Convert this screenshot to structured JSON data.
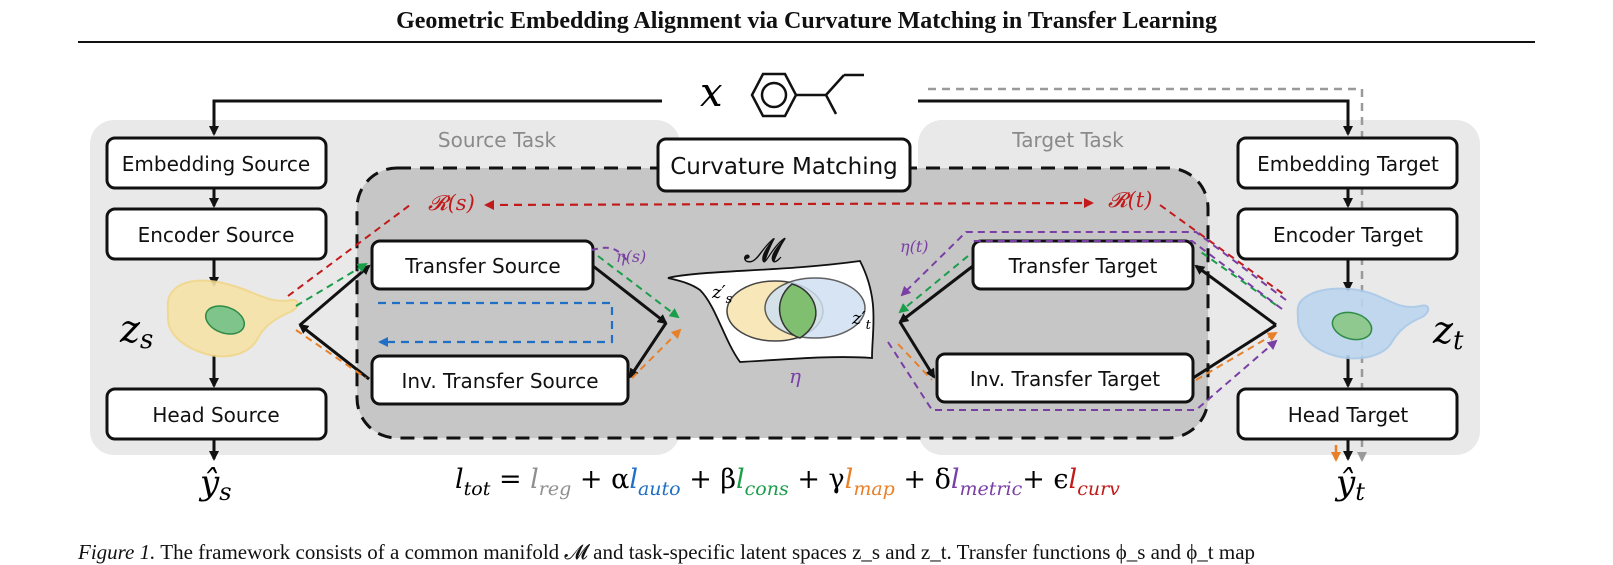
{
  "title": "Geometric Embedding Alignment via Curvature Matching in Transfer Learning",
  "input_symbol": "x",
  "groups": {
    "source_task": "Source Task",
    "target_task": "Target Task",
    "curvature_matching": "Curvature Matching"
  },
  "source_boxes": {
    "embedding": "Embedding Source",
    "encoder": "Encoder Source",
    "head": "Head Source",
    "transfer": "Transfer Source",
    "inv_transfer": "Inv. Transfer Source"
  },
  "target_boxes": {
    "embedding": "Embedding Target",
    "encoder": "Encoder Target",
    "head": "Head Target",
    "transfer": "Transfer Target",
    "inv_transfer": "Inv. Transfer Target"
  },
  "latents": {
    "z_s": "z",
    "z_s_sub": "s",
    "z_t": "z",
    "z_t_sub": "t",
    "zp_s": "z′",
    "zp_s_sub": "s",
    "zp_t": "z′",
    "zp_t_sub": "t"
  },
  "outputs": {
    "y_s": "ŷ",
    "y_s_sub": "s",
    "y_t": "ŷ",
    "y_t_sub": "t"
  },
  "manifold": {
    "symbol": "𝓜",
    "eta": "η",
    "eta_s": "η(s)",
    "eta_t": "η(t)",
    "R_s": "𝓡(s)",
    "R_t": "𝓡(t)"
  },
  "loss": {
    "lhs": "l",
    "lhs_sub": "tot",
    "eq": " = ",
    "terms": [
      {
        "coef": "",
        "l": "l",
        "sub": "reg",
        "color": "#8f8f8f"
      },
      {
        "coef": " + α",
        "l": "l",
        "sub": "auto",
        "color": "#1f6fc6"
      },
      {
        "coef": " + β",
        "l": "l",
        "sub": "cons",
        "color": "#1a9e4a"
      },
      {
        "coef": " + γ",
        "l": "l",
        "sub": "map",
        "color": "#e8802a"
      },
      {
        "coef": " +  δ",
        "l": "l",
        "sub": "metric",
        "color": "#7a3fa5"
      },
      {
        "coef": "+  ϵ",
        "l": "l",
        "sub": "curv",
        "color": "#c21a1a"
      }
    ]
  },
  "colors": {
    "red": "#c21a1a",
    "green": "#1a9e4a",
    "blue": "#1f6fc6",
    "orange": "#e8802a",
    "purple": "#7a3fa5",
    "gray": "#9a9a9a",
    "panel_light": "#e9e9e9",
    "panel_dark": "#c6c6c6"
  },
  "caption": {
    "fig": "Figure 1.",
    "text": " The framework consists of a common manifold 𝓜 and task-specific latent spaces z_s and z_t. Transfer functions ϕ_s and ϕ_t map"
  }
}
